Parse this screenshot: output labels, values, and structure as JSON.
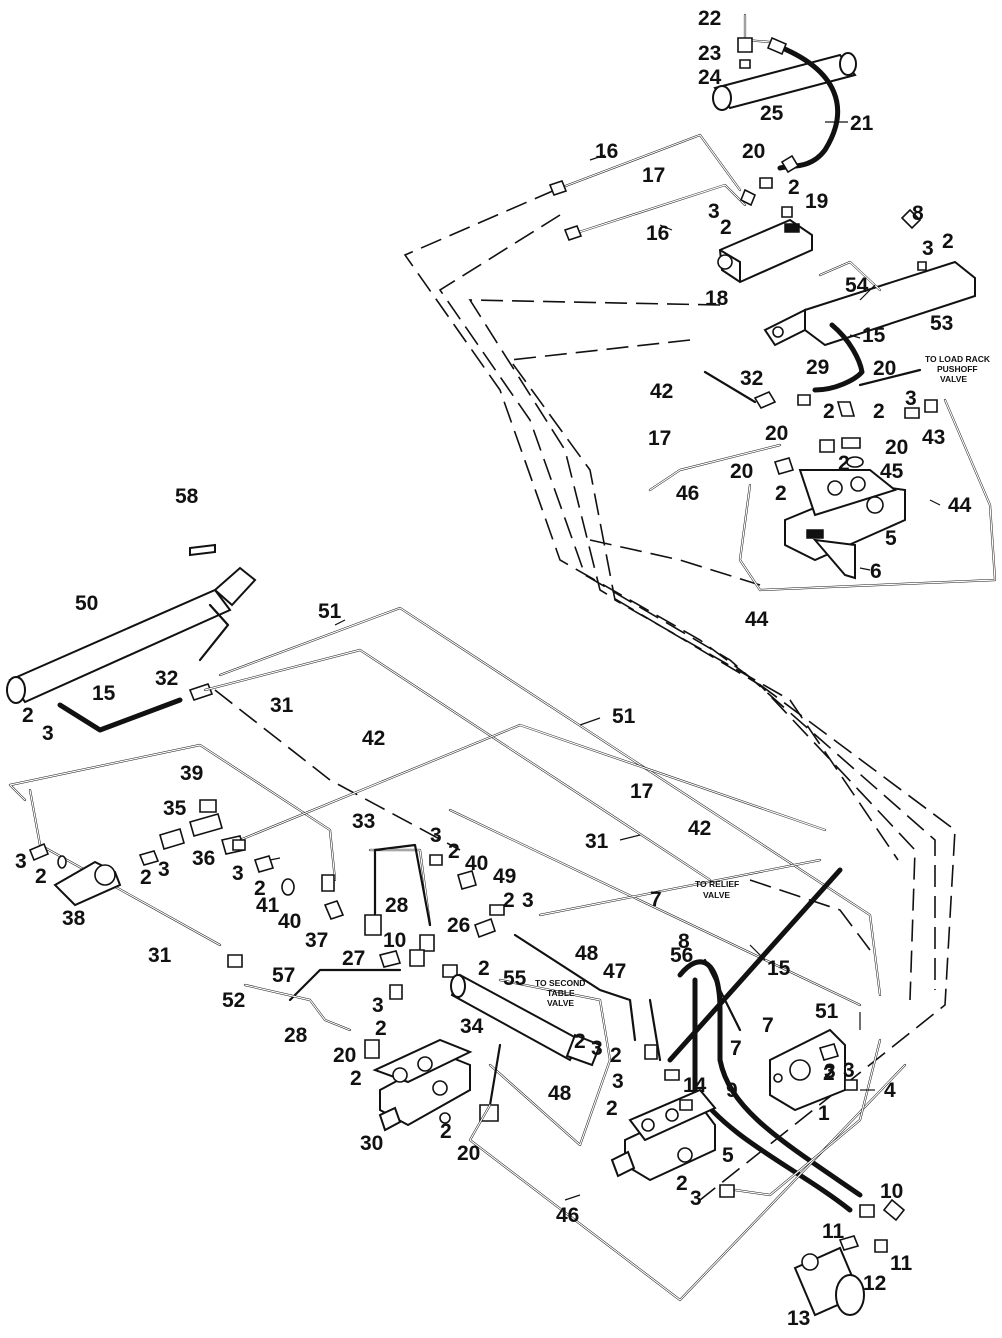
{
  "callouts": [
    {
      "id": "c22a",
      "text": "22"
    },
    {
      "id": "c23a",
      "text": "23"
    },
    {
      "id": "c24a",
      "text": "24"
    },
    {
      "id": "c25a",
      "text": "25"
    },
    {
      "id": "c21a",
      "text": "21"
    },
    {
      "id": "c16a",
      "text": "16"
    },
    {
      "id": "c17a",
      "text": "17"
    },
    {
      "id": "c20a",
      "text": "20"
    },
    {
      "id": "c2a",
      "text": "2"
    },
    {
      "id": "c19a",
      "text": "19"
    },
    {
      "id": "c3a",
      "text": "3"
    },
    {
      "id": "c2b",
      "text": "2"
    },
    {
      "id": "c16b",
      "text": "16"
    },
    {
      "id": "c18a",
      "text": "18"
    },
    {
      "id": "c8a",
      "text": "8"
    },
    {
      "id": "c3b",
      "text": "3"
    },
    {
      "id": "c2c",
      "text": "2"
    },
    {
      "id": "c54a",
      "text": "54"
    },
    {
      "id": "c53a",
      "text": "53"
    },
    {
      "id": "c15a",
      "text": "15"
    },
    {
      "id": "c20b",
      "text": "20"
    },
    {
      "id": "c42a",
      "text": "42"
    },
    {
      "id": "c32a",
      "text": "32"
    },
    {
      "id": "c29a",
      "text": "29"
    },
    {
      "id": "c2d",
      "text": "2"
    },
    {
      "id": "c3c",
      "text": "3"
    },
    {
      "id": "c2e",
      "text": "2"
    },
    {
      "id": "c43a",
      "text": "43"
    },
    {
      "id": "c17b",
      "text": "17"
    },
    {
      "id": "c20c",
      "text": "20"
    },
    {
      "id": "c20d",
      "text": "20"
    },
    {
      "id": "c2f",
      "text": "2"
    },
    {
      "id": "c45a",
      "text": "45"
    },
    {
      "id": "c20e",
      "text": "20"
    },
    {
      "id": "c2g",
      "text": "2"
    },
    {
      "id": "c46a",
      "text": "46"
    },
    {
      "id": "c44a",
      "text": "44"
    },
    {
      "id": "c5a",
      "text": "5"
    },
    {
      "id": "c6a",
      "text": "6"
    },
    {
      "id": "c44b",
      "text": "44"
    },
    {
      "id": "c58a",
      "text": "58"
    },
    {
      "id": "c50a",
      "text": "50"
    },
    {
      "id": "c51a",
      "text": "51"
    },
    {
      "id": "c32b",
      "text": "32"
    },
    {
      "id": "c31a",
      "text": "31"
    },
    {
      "id": "c15b",
      "text": "15"
    },
    {
      "id": "c2h",
      "text": "2"
    },
    {
      "id": "c3d",
      "text": "3"
    },
    {
      "id": "c51b",
      "text": "51"
    },
    {
      "id": "c42b",
      "text": "42"
    },
    {
      "id": "c39a",
      "text": "39"
    },
    {
      "id": "c17c",
      "text": "17"
    },
    {
      "id": "c35a",
      "text": "35"
    },
    {
      "id": "c33a",
      "text": "33"
    },
    {
      "id": "c3e",
      "text": "3"
    },
    {
      "id": "c2i",
      "text": "2"
    },
    {
      "id": "c40a",
      "text": "40"
    },
    {
      "id": "c49a",
      "text": "49"
    },
    {
      "id": "c31b",
      "text": "31"
    },
    {
      "id": "c42c",
      "text": "42"
    },
    {
      "id": "c3f",
      "text": "3"
    },
    {
      "id": "c2j",
      "text": "2"
    },
    {
      "id": "c2k",
      "text": "2"
    },
    {
      "id": "c3g",
      "text": "3"
    },
    {
      "id": "c36a",
      "text": "36"
    },
    {
      "id": "c3h",
      "text": "3"
    },
    {
      "id": "c2l",
      "text": "2"
    },
    {
      "id": "c2m",
      "text": "2"
    },
    {
      "id": "c3i",
      "text": "3"
    },
    {
      "id": "c38a",
      "text": "38"
    },
    {
      "id": "c41a",
      "text": "41"
    },
    {
      "id": "c40b",
      "text": "40"
    },
    {
      "id": "c37a",
      "text": "37"
    },
    {
      "id": "c28a",
      "text": "28"
    },
    {
      "id": "c7a",
      "text": "7"
    },
    {
      "id": "c31c",
      "text": "31"
    },
    {
      "id": "c10a",
      "text": "10"
    },
    {
      "id": "c26a",
      "text": "26"
    },
    {
      "id": "c8b",
      "text": "8"
    },
    {
      "id": "c27a",
      "text": "27"
    },
    {
      "id": "c2n",
      "text": "2"
    },
    {
      "id": "c48a",
      "text": "48"
    },
    {
      "id": "c15c",
      "text": "15"
    },
    {
      "id": "c55a",
      "text": "55"
    },
    {
      "id": "c56a",
      "text": "56"
    },
    {
      "id": "c47a",
      "text": "47"
    },
    {
      "id": "c52a",
      "text": "52"
    },
    {
      "id": "c57a",
      "text": "57"
    },
    {
      "id": "c3j",
      "text": "3"
    },
    {
      "id": "c2o",
      "text": "2"
    },
    {
      "id": "c28b",
      "text": "28"
    },
    {
      "id": "c34a",
      "text": "34"
    },
    {
      "id": "c2p",
      "text": "2"
    },
    {
      "id": "c3k",
      "text": "3"
    },
    {
      "id": "c7b",
      "text": "7"
    },
    {
      "id": "c7c",
      "text": "7"
    },
    {
      "id": "c51c",
      "text": "51"
    },
    {
      "id": "c20f",
      "text": "20"
    },
    {
      "id": "c2q",
      "text": "2"
    },
    {
      "id": "c2r",
      "text": "2"
    },
    {
      "id": "c3l",
      "text": "3"
    },
    {
      "id": "c2s",
      "text": "2"
    },
    {
      "id": "c3m",
      "text": "3"
    },
    {
      "id": "c3n",
      "text": "3"
    },
    {
      "id": "c14a",
      "text": "14"
    },
    {
      "id": "c9a",
      "text": "9"
    },
    {
      "id": "c4a",
      "text": "4"
    },
    {
      "id": "c1a",
      "text": "1"
    },
    {
      "id": "c48b",
      "text": "48"
    },
    {
      "id": "c2t",
      "text": "2"
    },
    {
      "id": "c30a",
      "text": "30"
    },
    {
      "id": "c2u",
      "text": "2"
    },
    {
      "id": "c20g",
      "text": "20"
    },
    {
      "id": "c5b",
      "text": "5"
    },
    {
      "id": "c2v",
      "text": "2"
    },
    {
      "id": "c3o",
      "text": "3"
    },
    {
      "id": "c46b",
      "text": "46"
    },
    {
      "id": "c10b",
      "text": "10"
    },
    {
      "id": "c11a",
      "text": "11"
    },
    {
      "id": "c11b",
      "text": "11"
    },
    {
      "id": "c12a",
      "text": "12"
    },
    {
      "id": "c13a",
      "text": "13"
    }
  ],
  "notes": {
    "load_rack": [
      "TO LOAD RACK",
      "PUSHOFF",
      "VALVE"
    ],
    "relief": [
      "TO RELIEF",
      "VALVE"
    ],
    "second_table": [
      "TO SECOND",
      "TABLE",
      "VALVE"
    ]
  }
}
